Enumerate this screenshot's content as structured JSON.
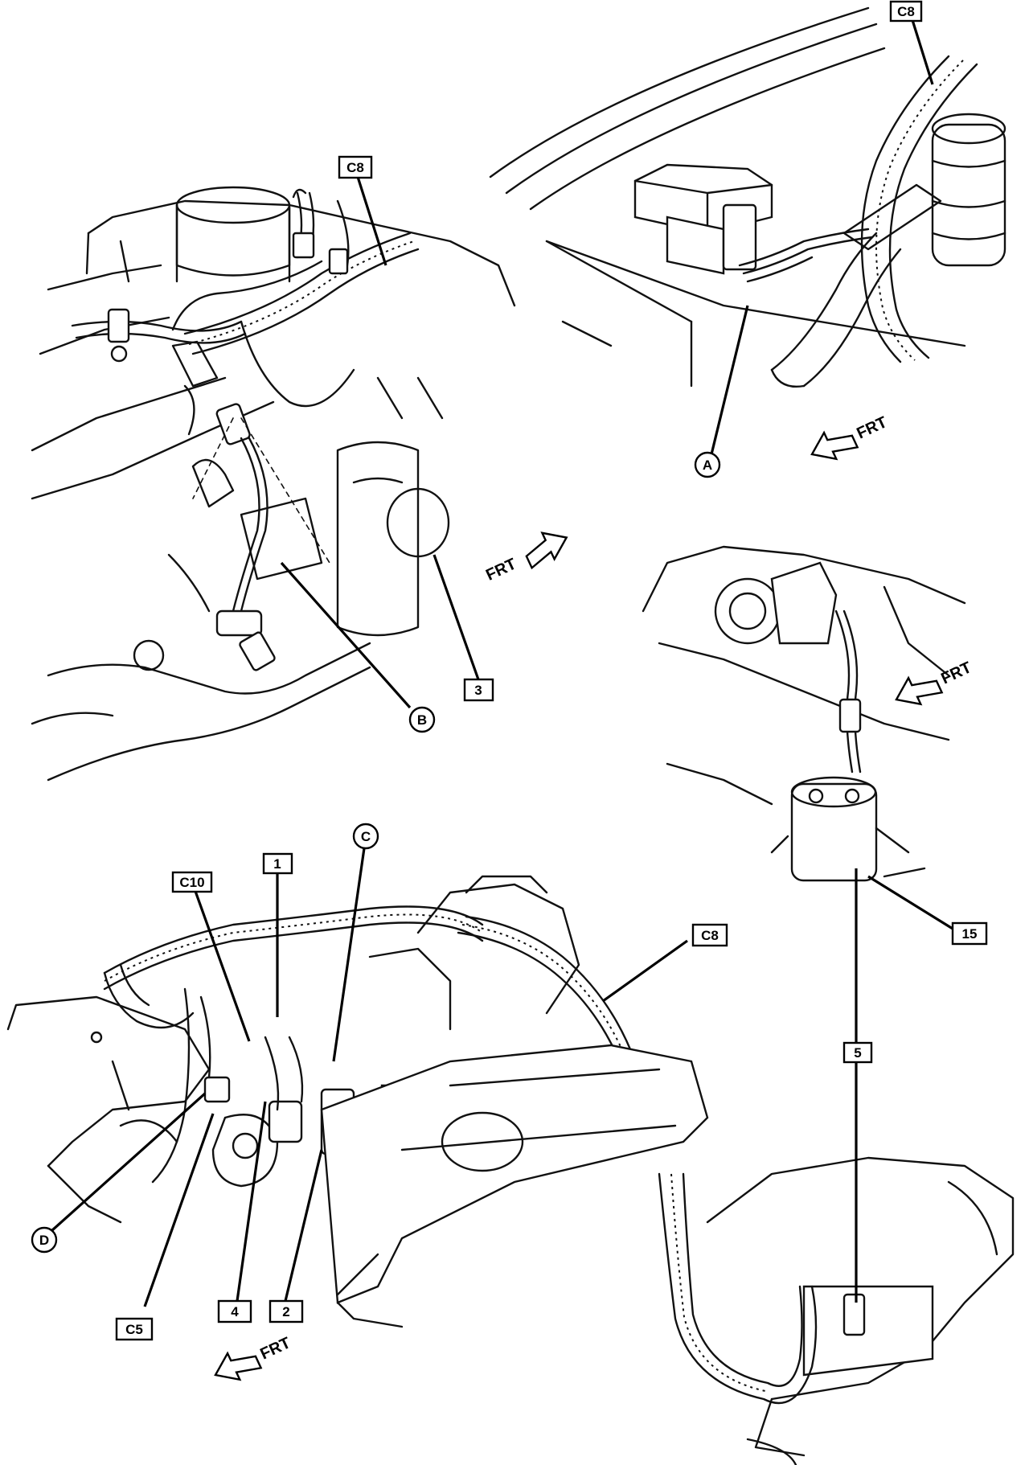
{
  "labels": {
    "c8_top_right": "C8",
    "c8_top_left": "C8",
    "c8_bottom": "C8",
    "c10": "C10",
    "c5": "C5",
    "n1": "1",
    "n2": "2",
    "n3": "3",
    "n4": "4",
    "n5": "5",
    "n15": "15",
    "a": "A",
    "b": "B",
    "c": "C",
    "d": "D"
  },
  "arrows": {
    "frt": "FRT"
  }
}
